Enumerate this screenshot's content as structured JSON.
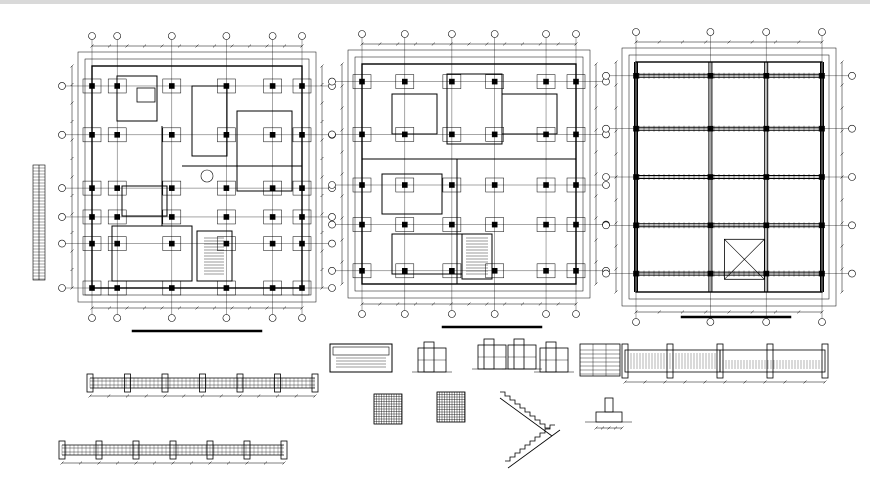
{
  "drawing": {
    "description_text": [],
    "plans": [
      {
        "id": "floor-plan-1",
        "type": "architectural-floor-plan"
      },
      {
        "id": "floor-plan-2",
        "type": "architectural-floor-plan"
      },
      {
        "id": "framing-plan",
        "type": "structural-framing-plan"
      }
    ],
    "details": [
      "beam-section-1",
      "beam-section-2",
      "title-block",
      "section-detail-1",
      "section-detail-2",
      "section-detail-3",
      "section-detail-4",
      "schedule-table",
      "beam-elevation",
      "slab-reinforcement-1",
      "slab-reinforcement-2",
      "stair-section",
      "footing-detail",
      "column-schedule-strip"
    ],
    "colors": {
      "line": "#000000",
      "background": "#ffffff",
      "frame": "#d9d9d9"
    }
  }
}
